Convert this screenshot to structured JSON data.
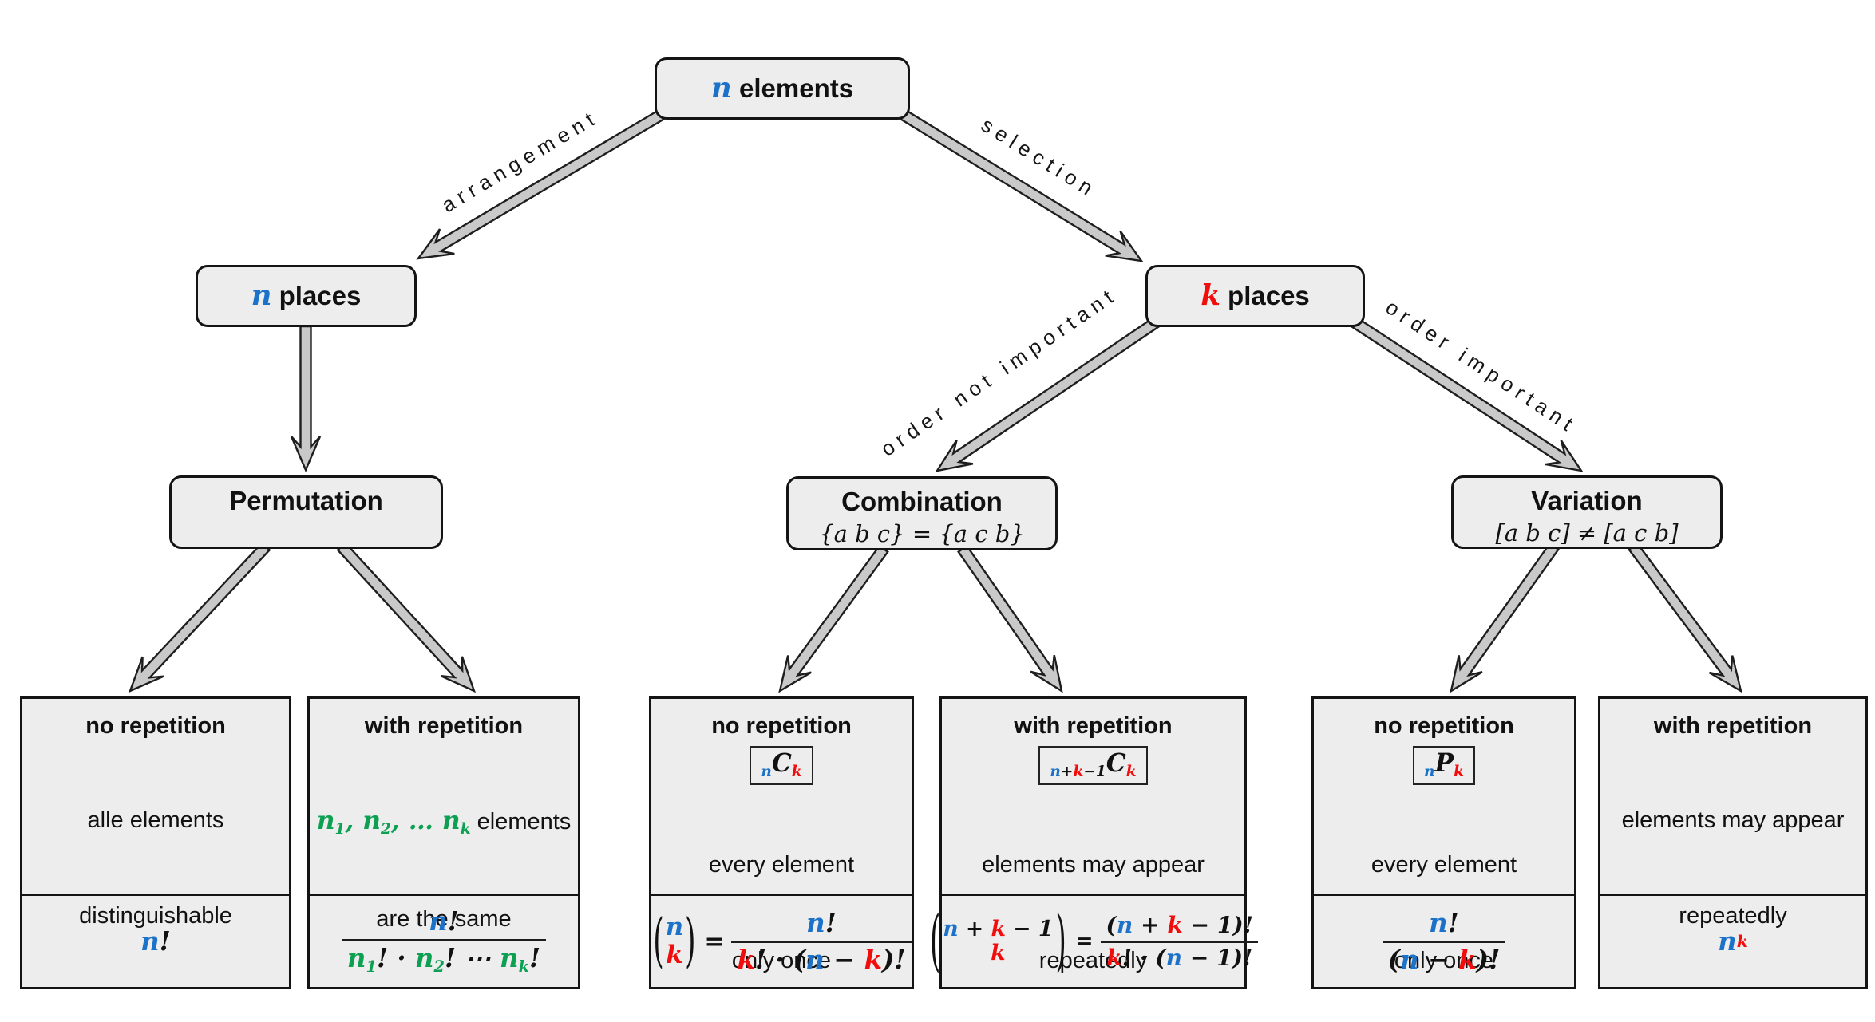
{
  "colors": {
    "blue": "#1b72c8",
    "red": "#f20d0d",
    "green": "#0ca052",
    "box_fill": "#ededed",
    "arrow_fill": "#c9c9c9"
  },
  "root": {
    "tokens": [
      {
        "t": "n",
        "cls": "m b"
      },
      {
        "t": " elements",
        "cls": "t"
      }
    ]
  },
  "edges": {
    "arrangement": "arrangement",
    "selection": "selection",
    "order_not_important": "order not important",
    "order_important": "order important"
  },
  "nodes": {
    "n_places": {
      "tokens": [
        {
          "t": "n",
          "cls": "m b"
        },
        {
          "t": " places",
          "cls": "t"
        }
      ]
    },
    "k_places": {
      "tokens": [
        {
          "t": "k",
          "cls": "m r"
        },
        {
          "t": " places",
          "cls": "t"
        }
      ]
    },
    "permutation": {
      "title": "Permutation",
      "subtitle_tokens": []
    },
    "combination": {
      "title": "Combination",
      "subtitle_tokens": [
        {
          "t": "{a b c} = {a c b}",
          "cls": "mi"
        }
      ]
    },
    "variation": {
      "title": "Variation",
      "subtitle_tokens": [
        {
          "t": "[a b c] ≠ [a c b]",
          "cls": "mi"
        }
      ]
    }
  },
  "leaves": [
    {
      "title": "no repetition",
      "body": [
        [
          {
            "t": "alle elements"
          }
        ],
        [
          {
            "t": "distinguishable"
          }
        ]
      ],
      "formula": {
        "tokens": [
          {
            "t": "n",
            "cls": "m b"
          },
          {
            "t": "!",
            "cls": "m"
          }
        ]
      }
    },
    {
      "title": "with repetition",
      "body": [
        [
          {
            "t": "n",
            "cls": "m g"
          },
          {
            "t": "1",
            "cls": "m g sb"
          },
          {
            "t": ", ",
            "cls": "m g"
          },
          {
            "t": "n",
            "cls": "m g"
          },
          {
            "t": "2",
            "cls": "m g sb"
          },
          {
            "t": ", … ",
            "cls": "m g"
          },
          {
            "t": "n",
            "cls": "m g"
          },
          {
            "t": "k",
            "cls": "m g sb"
          },
          {
            "t": " elements"
          }
        ],
        [
          {
            "t": "are the same"
          }
        ]
      ],
      "formula": {
        "num": [
          {
            "t": "n",
            "cls": "m b"
          },
          {
            "t": "!",
            "cls": "m"
          }
        ],
        "den": [
          {
            "t": "n",
            "cls": "m g"
          },
          {
            "t": "1",
            "cls": "m g sb"
          },
          {
            "t": "! · ",
            "cls": "m"
          },
          {
            "t": "n",
            "cls": "m g"
          },
          {
            "t": "2",
            "cls": "m g sb"
          },
          {
            "t": "! ⋯ ",
            "cls": "m"
          },
          {
            "t": "n",
            "cls": "m g"
          },
          {
            "t": "k",
            "cls": "m g sb"
          },
          {
            "t": "!",
            "cls": "m"
          }
        ]
      }
    },
    {
      "title": "no repetition",
      "symbol": [
        {
          "t": "n",
          "cls": "m b sb"
        },
        {
          "t": "C",
          "cls": "m"
        },
        {
          "t": "k",
          "cls": "m r sb"
        }
      ],
      "body": [
        [
          {
            "t": "every element"
          }
        ],
        [
          {
            "t": "only once"
          }
        ]
      ],
      "formula": {
        "binom_top": [
          {
            "t": "n",
            "cls": "m b"
          }
        ],
        "binom_bottom": [
          {
            "t": "k",
            "cls": "m r"
          }
        ],
        "eq": "=",
        "num": [
          {
            "t": "n",
            "cls": "m b"
          },
          {
            "t": "!",
            "cls": "m"
          }
        ],
        "den": [
          {
            "t": "k",
            "cls": "m r"
          },
          {
            "t": "! · (",
            "cls": "m"
          },
          {
            "t": "n",
            "cls": "m b"
          },
          {
            "t": " − ",
            "cls": "m"
          },
          {
            "t": "k",
            "cls": "m r"
          },
          {
            "t": ")!",
            "cls": "m"
          }
        ]
      }
    },
    {
      "title": "with repetition",
      "symbol": [
        {
          "t": "n",
          "cls": "m b sb"
        },
        {
          "t": "+",
          "cls": "m sb"
        },
        {
          "t": "k",
          "cls": "m r sb"
        },
        {
          "t": "−1",
          "cls": "m sb"
        },
        {
          "t": "C",
          "cls": "m"
        },
        {
          "t": "k",
          "cls": "m r sb"
        }
      ],
      "body": [
        [
          {
            "t": "elements may appear"
          }
        ],
        [
          {
            "t": "repeatedly"
          }
        ]
      ],
      "formula": {
        "binom_top": [
          {
            "t": "n",
            "cls": "m b"
          },
          {
            "t": " + ",
            "cls": "m"
          },
          {
            "t": "k",
            "cls": "m r"
          },
          {
            "t": " − 1",
            "cls": "m"
          }
        ],
        "binom_bottom": [
          {
            "t": "k",
            "cls": "m r"
          }
        ],
        "eq": "=",
        "num": [
          {
            "t": "(",
            "cls": "m"
          },
          {
            "t": "n",
            "cls": "m b"
          },
          {
            "t": " + ",
            "cls": "m"
          },
          {
            "t": "k",
            "cls": "m r"
          },
          {
            "t": " − 1)!",
            "cls": "m"
          }
        ],
        "den": [
          {
            "t": "k",
            "cls": "m r"
          },
          {
            "t": "! · (",
            "cls": "m"
          },
          {
            "t": "n",
            "cls": "m b"
          },
          {
            "t": " − 1)!",
            "cls": "m"
          }
        ]
      }
    },
    {
      "title": "no repetition",
      "symbol": [
        {
          "t": "n",
          "cls": "m b sb"
        },
        {
          "t": "P",
          "cls": "m"
        },
        {
          "t": "k",
          "cls": "m r sb"
        }
      ],
      "body": [
        [
          {
            "t": "every element"
          }
        ],
        [
          {
            "t": "only once"
          }
        ]
      ],
      "formula": {
        "num": [
          {
            "t": "n",
            "cls": "m b"
          },
          {
            "t": "!",
            "cls": "m"
          }
        ],
        "den": [
          {
            "t": "(",
            "cls": "m"
          },
          {
            "t": "n",
            "cls": "m b"
          },
          {
            "t": " − ",
            "cls": "m"
          },
          {
            "t": "k",
            "cls": "m r"
          },
          {
            "t": ")!",
            "cls": "m"
          }
        ]
      }
    },
    {
      "title": "with repetition",
      "body": [
        [
          {
            "t": "elements may appear"
          }
        ],
        [
          {
            "t": "repeatedly"
          }
        ]
      ],
      "formula": {
        "tokens": [
          {
            "t": "n",
            "cls": "m b"
          },
          {
            "t": "k",
            "cls": "m r sp"
          }
        ]
      }
    }
  ]
}
